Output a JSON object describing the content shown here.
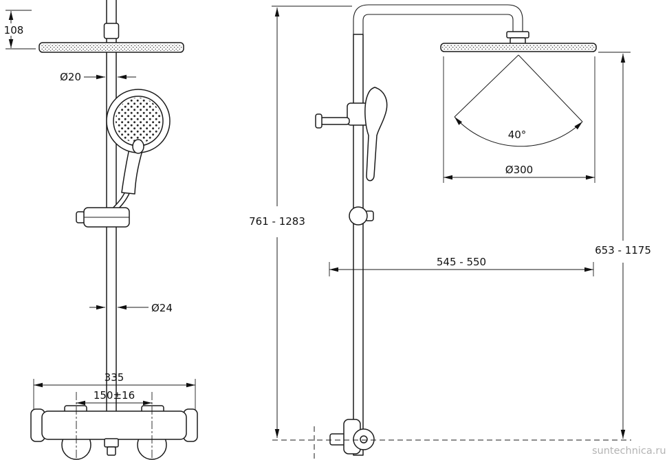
{
  "watermark": "suntechnica.ru",
  "front_view": {
    "dim_head_offset": "108",
    "dim_top_pipe_diameter": "Ø20",
    "dim_pipe_diameter": "Ø24",
    "dim_valve_width": "335",
    "dim_inlet_spacing": "150±16"
  },
  "side_view": {
    "dim_total_height": "761 - 1283",
    "dim_reach": "545 - 550",
    "dim_head_diameter": "Ø300",
    "dim_spray_angle": "40°",
    "dim_head_height": "653 - 1175"
  }
}
